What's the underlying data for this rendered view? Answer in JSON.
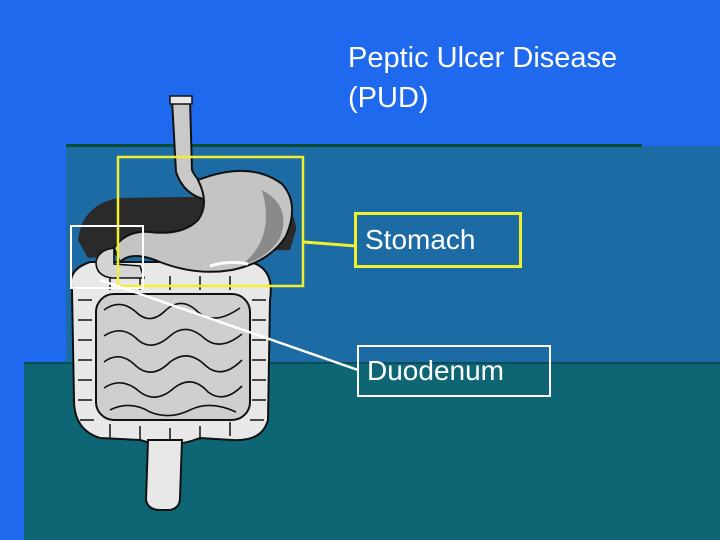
{
  "slide": {
    "title_line1": "Peptic Ulcer Disease",
    "title_line2": "(PUD)",
    "labels": {
      "stomach": "Stomach",
      "duodenum": "Duodenum"
    }
  },
  "colors": {
    "background": "#1f69ee",
    "stomach_highlight": "#f0f030",
    "duodenum_highlight": "#ffffff"
  }
}
